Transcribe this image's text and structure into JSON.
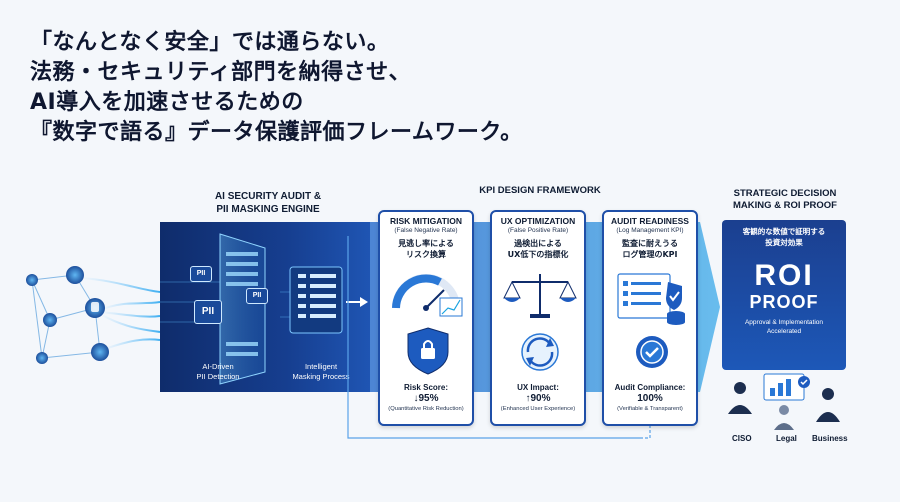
{
  "headline": {
    "line1": "「なんとなく安全」では通らない。",
    "line2": "法務・セキュリティ部門を納得させ、",
    "line3": "AI導入を加速させるための",
    "line4": "『数字で語る』データ保護評価フレームワーク。"
  },
  "engine": {
    "title_line1": "AI SECURITY AUDIT &",
    "title_line2": "PII MASKING ENGINE",
    "pii_tags": [
      "PII",
      "PII",
      "PII"
    ],
    "left_caption": "AI-Driven\nPII Detection",
    "right_caption": "Intelligent\nMasking Process"
  },
  "framework": {
    "title": "KPI DESIGN FRAMEWORK",
    "cards": [
      {
        "title": "RISK MITIGATION",
        "subtitle": "(False Negative Rate)",
        "jp": "見逃し率による\nリスク換算",
        "metric_label": "Risk Score:",
        "metric_value": "↓95%",
        "note": "(Quantitative Risk Reduction)"
      },
      {
        "title": "UX OPTIMIZATION",
        "subtitle": "(False Positive Rate)",
        "jp": "過検出による\nUX低下の指標化",
        "metric_label": "UX Impact:",
        "metric_value": "↑90%",
        "note": "(Enhanced User Experience)"
      },
      {
        "title": "AUDIT READINESS",
        "subtitle": "(Log Management KPI)",
        "jp": "監査に耐えうる\nログ管理のKPI",
        "metric_label": "Audit Compliance:",
        "metric_value": "100%",
        "note": "(Verifiable & Transparent)"
      }
    ]
  },
  "decision": {
    "title_line1": "STRATEGIC DECISION",
    "title_line2": "MAKING & ROI PROOF",
    "jp": "客観的な数値で証明する\n投資対効果",
    "roi": "ROI",
    "proof": "PROOF",
    "caption": "Approval & Implementation\nAccelerated",
    "stakeholders": [
      "CISO",
      "Legal",
      "Business"
    ]
  },
  "colors": {
    "navy": "#0f2c6b",
    "blue": "#1f55b3",
    "sky": "#4fa3e8",
    "accent": "#29c4f0"
  }
}
